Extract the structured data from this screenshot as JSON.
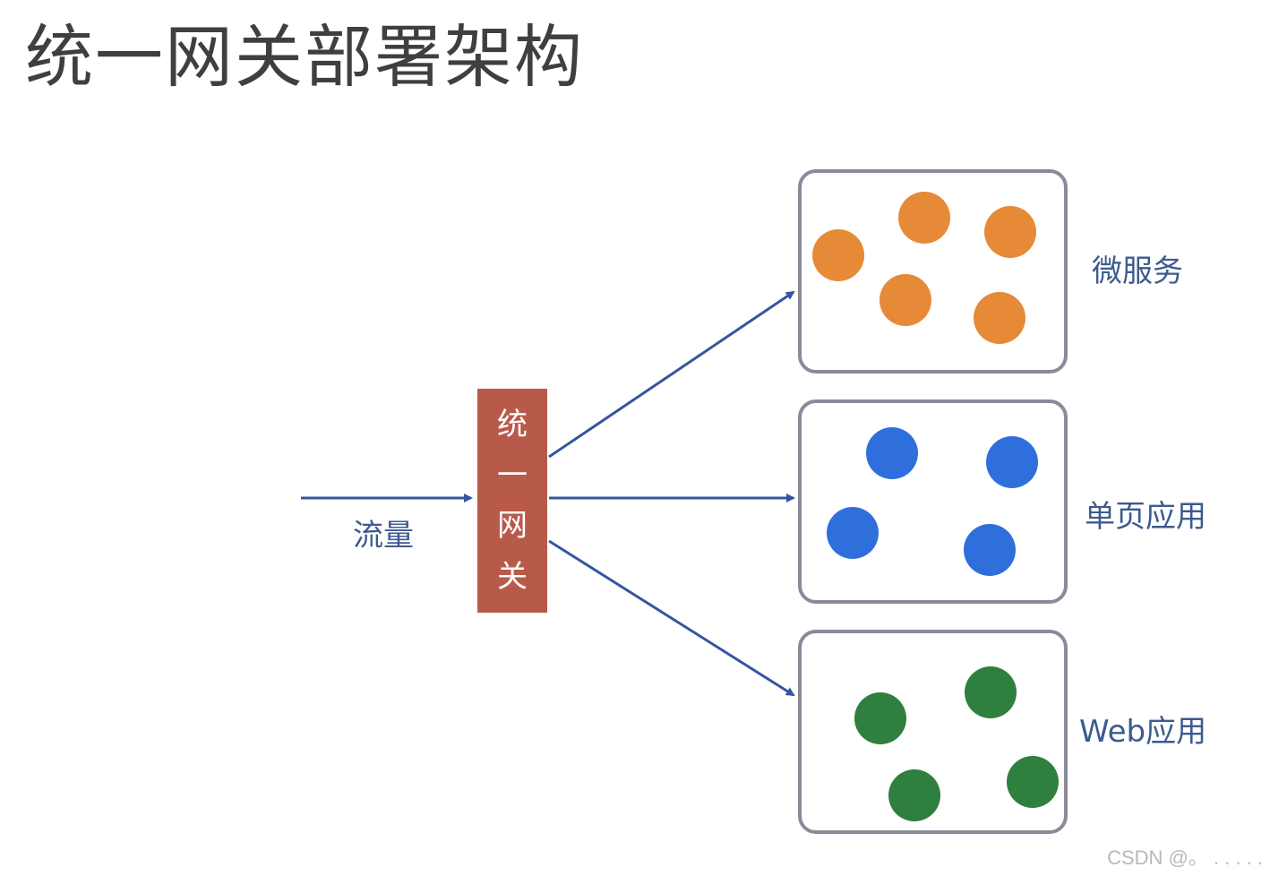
{
  "title": "统一网关部署架构",
  "traffic_label": "流量",
  "gateway": {
    "chars": [
      "统",
      "一",
      "网",
      "关"
    ],
    "color": "#b85a4a"
  },
  "groups": [
    {
      "label": "微服务",
      "color": "#e68a37"
    },
    {
      "label": "单页应用",
      "color": "#2f6fdc"
    },
    {
      "label": "Web应用",
      "color": "#2f7f3e"
    }
  ],
  "arrow_color": "#3456a0",
  "box_border_color": "#8a8a9a",
  "watermark": "CSDN @。 . . . . ."
}
